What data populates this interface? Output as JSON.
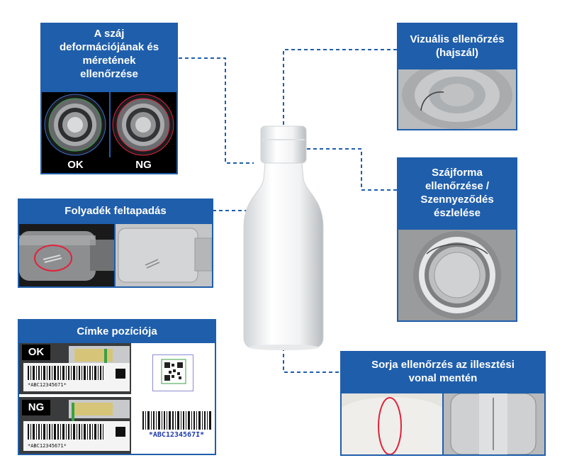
{
  "panels": {
    "mouth_deformation": {
      "title": "A száj deformációjának és méretének ellenőrzése",
      "ok": "OK",
      "ng": "NG"
    },
    "visual": {
      "title": "Vizuális ellenőrzés (hajszál)"
    },
    "liquid": {
      "title": "Folyadék feltapadás"
    },
    "mouth_shape": {
      "title": "Szájforma ellenőrzése / Szennyeződés észlelése"
    },
    "label": {
      "title": "Címke pozíciója",
      "ok": "OK",
      "ng": "NG",
      "barcode_text": "*ABC12345671*",
      "barcode_text_big": "*ABC1234567I*"
    },
    "burr": {
      "title": "Sorja ellenőrzés az illesztési vonal mentén"
    }
  },
  "colors": {
    "accent": "#1f5eab",
    "highlight": "#e0223a",
    "mark_green": "#3aa043"
  }
}
